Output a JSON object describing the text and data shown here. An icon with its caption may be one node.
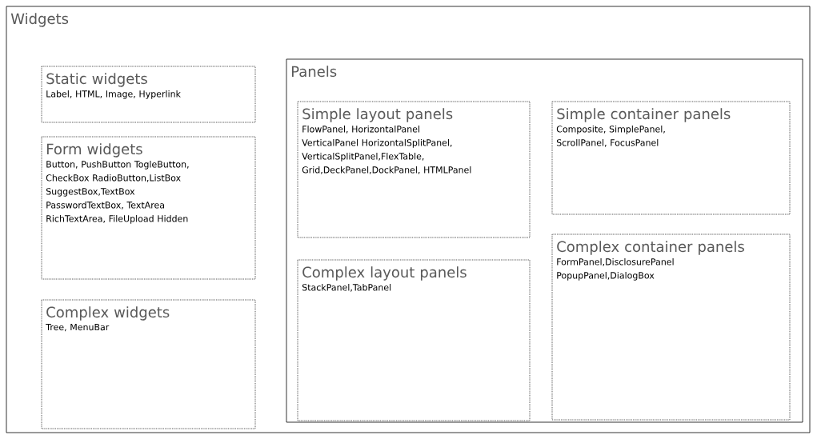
{
  "diagram": {
    "nodes": [
      {
        "text": [
          "Widgets"
        ]
      },
      {
        "text": [
          "Static widgets",
          "Label, HTML, Image, Hyperlink"
        ],
        "in": 0
      },
      {
        "text": [
          "Form widgets",
          "Button, PushButton TogleButton, CheckBox RadioButton,ListBox SuggestBox,TextBox PasswordTextBox, TextArea RichTextArea, FileUpload Hidden"
        ],
        "in": 0
      },
      {
        "text": [
          "Complex widgets",
          "Tree, MenuBar"
        ],
        "in": 0
      },
      {
        "text": [
          "Panels"
        ],
        "in": 0
      },
      {
        "text": [
          "Simple layout panels",
          "FlowPanel, HorizontalPanel VerticalPanel HorizontalSplitPanel, VerticalSplitPanel,FlexTable, Grid,DeckPanel,DockPanel, HTMLPanel"
        ],
        "in": 4
      },
      {
        "text": [
          "Simple container panels",
          "Composite, SimplePanel, ScrollPanel, FocusPanel"
        ],
        "in": 4
      },
      {
        "text": [
          "Complex layout panels",
          "StackPanel,TabPanel"
        ],
        "in": 4
      },
      {
        "text": [
          "Complex container panels",
          "FormPanel,DisclosurePanel PopupPanel,DialogBox"
        ],
        "in": 4
      }
    ]
  }
}
